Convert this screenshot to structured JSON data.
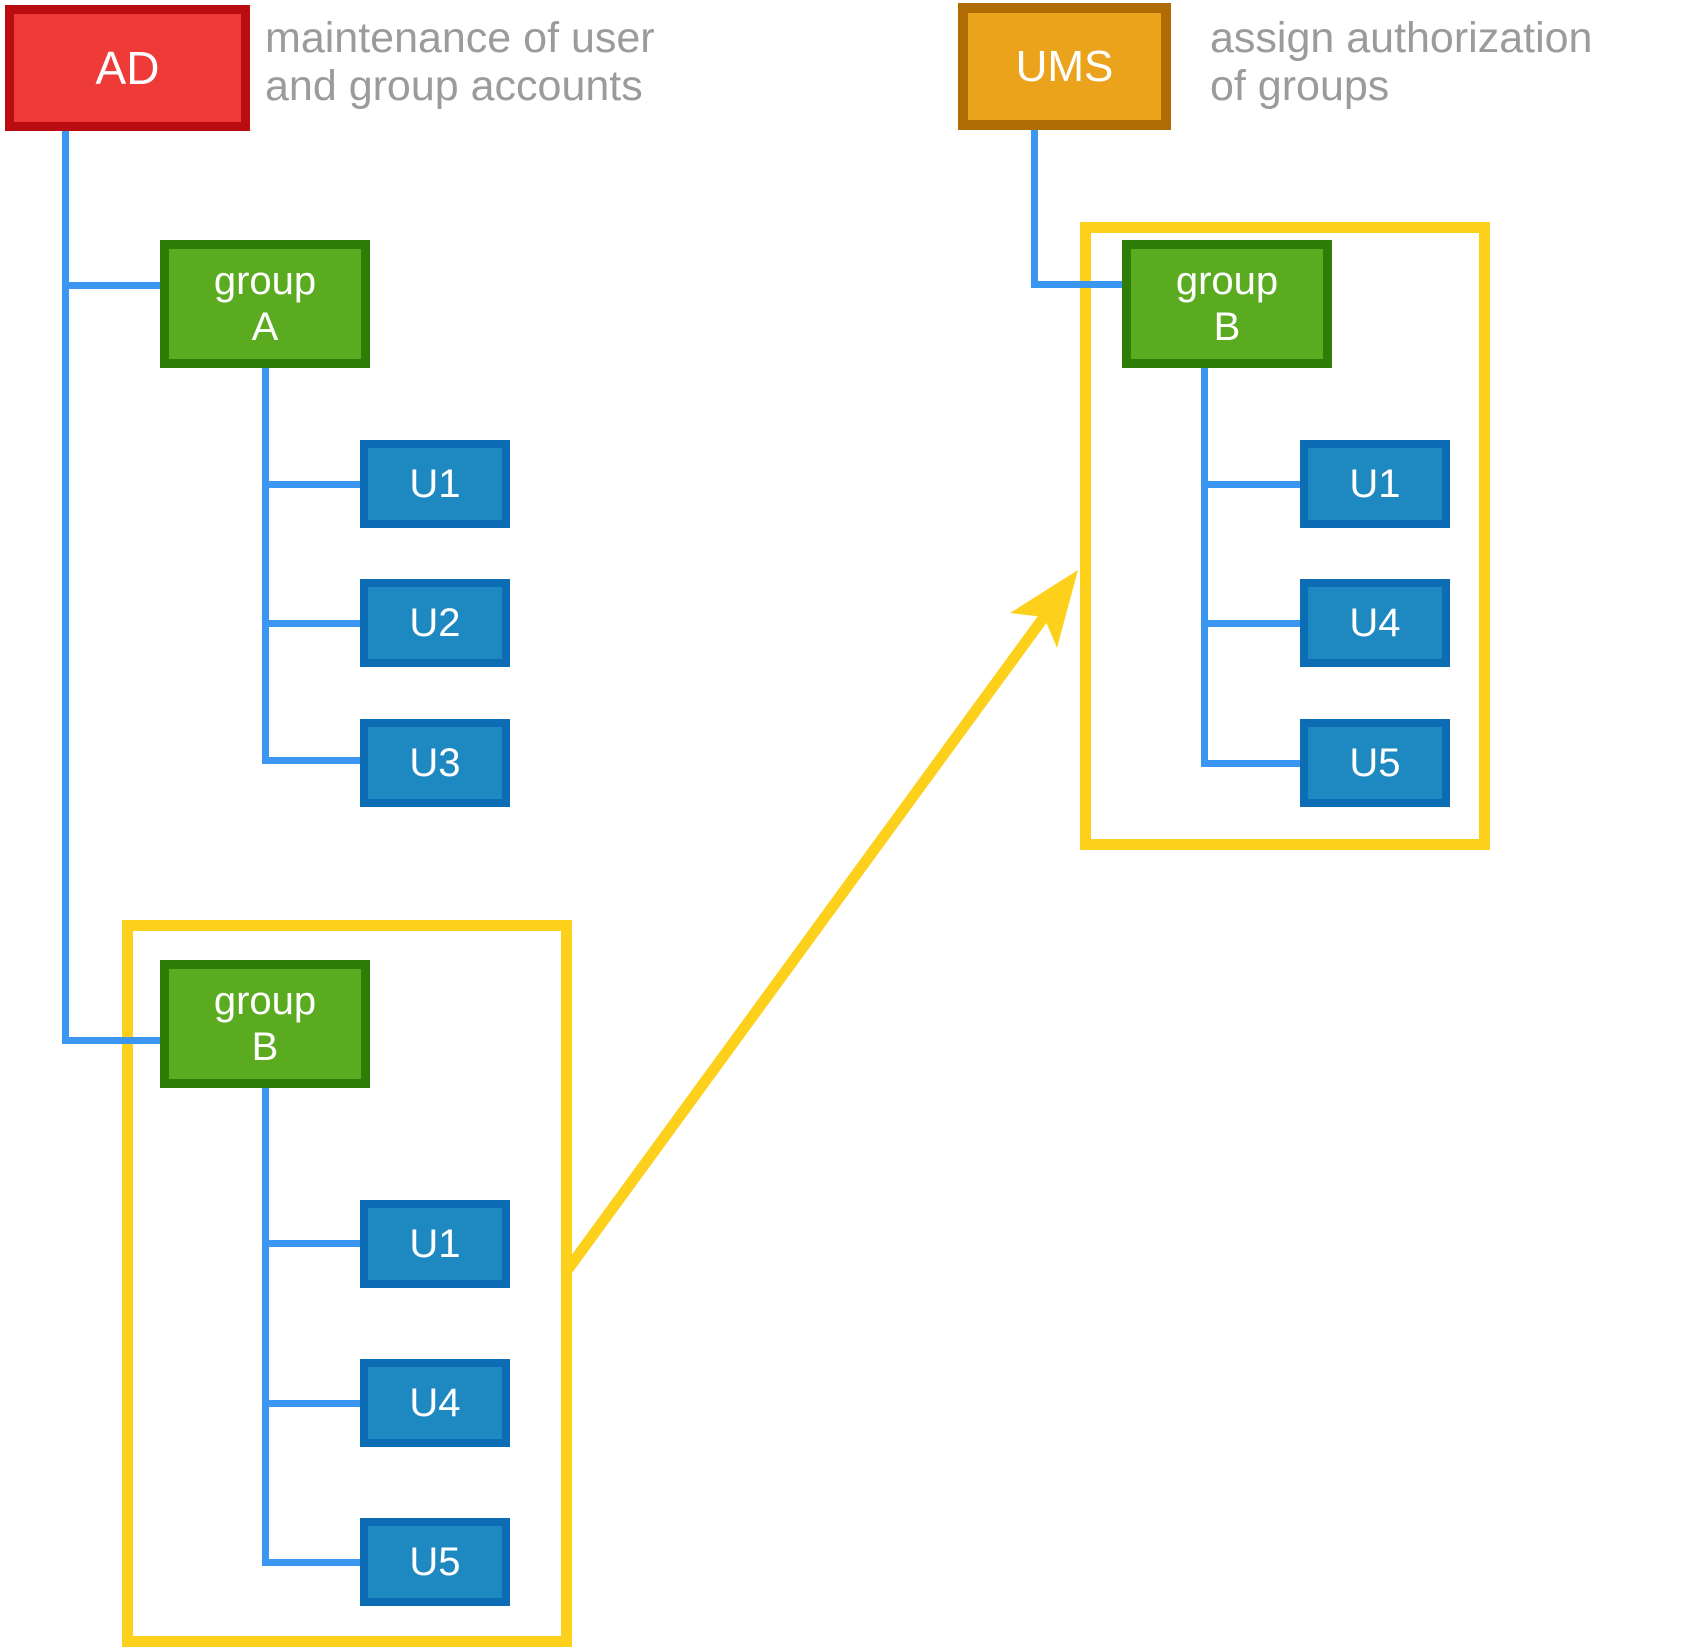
{
  "colors": {
    "background": "#ffffff",
    "red-fill": "#ee3b38",
    "red-border": "#b90d12",
    "orange-fill": "#eba31c",
    "orange-border": "#b06c04",
    "green-fill": "#5aab20",
    "green-border": "#2f7d06",
    "blue-fill": "#1e88c1",
    "blue-border": "#0c6db4",
    "line-blue": "#3b96f2",
    "yellow": "#fdd01c",
    "gray-text": "#9b9b9b",
    "box-text": "#ffffff"
  },
  "ad": {
    "label": "AD",
    "desc_line1": "maintenance of user",
    "desc_line2": "and group accounts"
  },
  "ums": {
    "label": "UMS",
    "desc_line1": "assign authorization",
    "desc_line2": "of groups"
  },
  "left_tree": {
    "group_a": {
      "line1": "group",
      "line2": "A",
      "users": [
        "U1",
        "U2",
        "U3"
      ]
    },
    "group_b": {
      "line1": "group",
      "line2": "B",
      "users": [
        "U1",
        "U4",
        "U5"
      ]
    }
  },
  "right_tree": {
    "group_b": {
      "line1": "group",
      "line2": "B",
      "users": [
        "U1",
        "U4",
        "U5"
      ]
    }
  }
}
